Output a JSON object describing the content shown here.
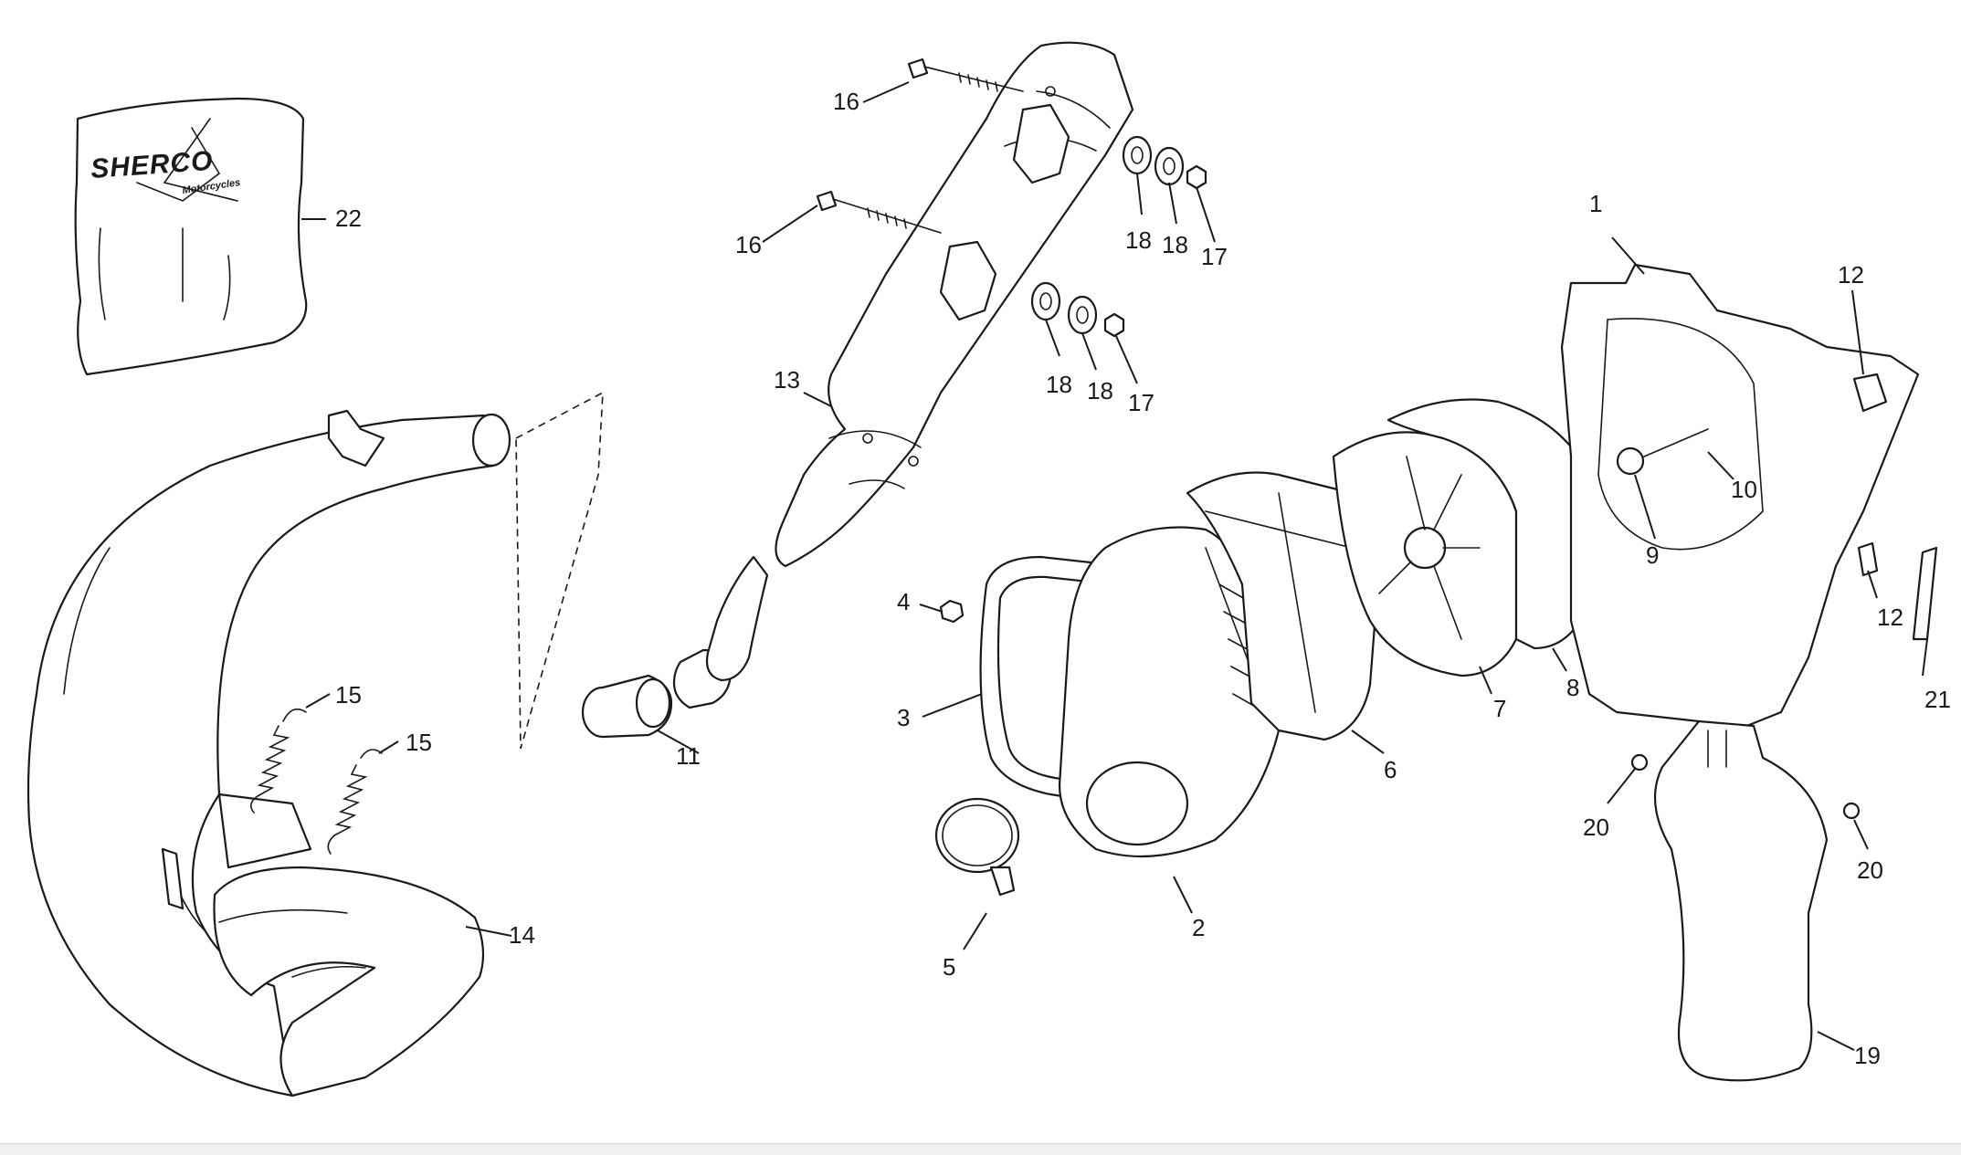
{
  "brand": {
    "name": "SHERCO",
    "tagline": "Motorcycles"
  },
  "callouts": [
    "1",
    "2",
    "3",
    "4",
    "5",
    "6",
    "7",
    "8",
    "9",
    "10",
    "11",
    "12",
    "12",
    "13",
    "14",
    "15",
    "15",
    "16",
    "16",
    "17",
    "17",
    "18",
    "18",
    "18",
    "18",
    "19",
    "20",
    "20",
    "21",
    "22"
  ]
}
